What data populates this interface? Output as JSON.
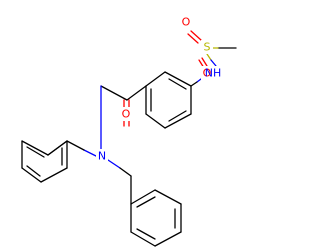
{
  "atoms": {
    "o_top_left": {
      "symbol": "O",
      "color": "#ff0000"
    },
    "s": {
      "symbol": "S",
      "color": "#b8b800"
    },
    "o_bottom": {
      "symbol": "O",
      "color": "#ff0000"
    },
    "nh": {
      "symbol": "NH",
      "color": "#0000ff"
    },
    "o_ketone": {
      "symbol": "O",
      "color": "#ff0000"
    },
    "n_amine": {
      "symbol": "N",
      "color": "#0000ff"
    }
  }
}
